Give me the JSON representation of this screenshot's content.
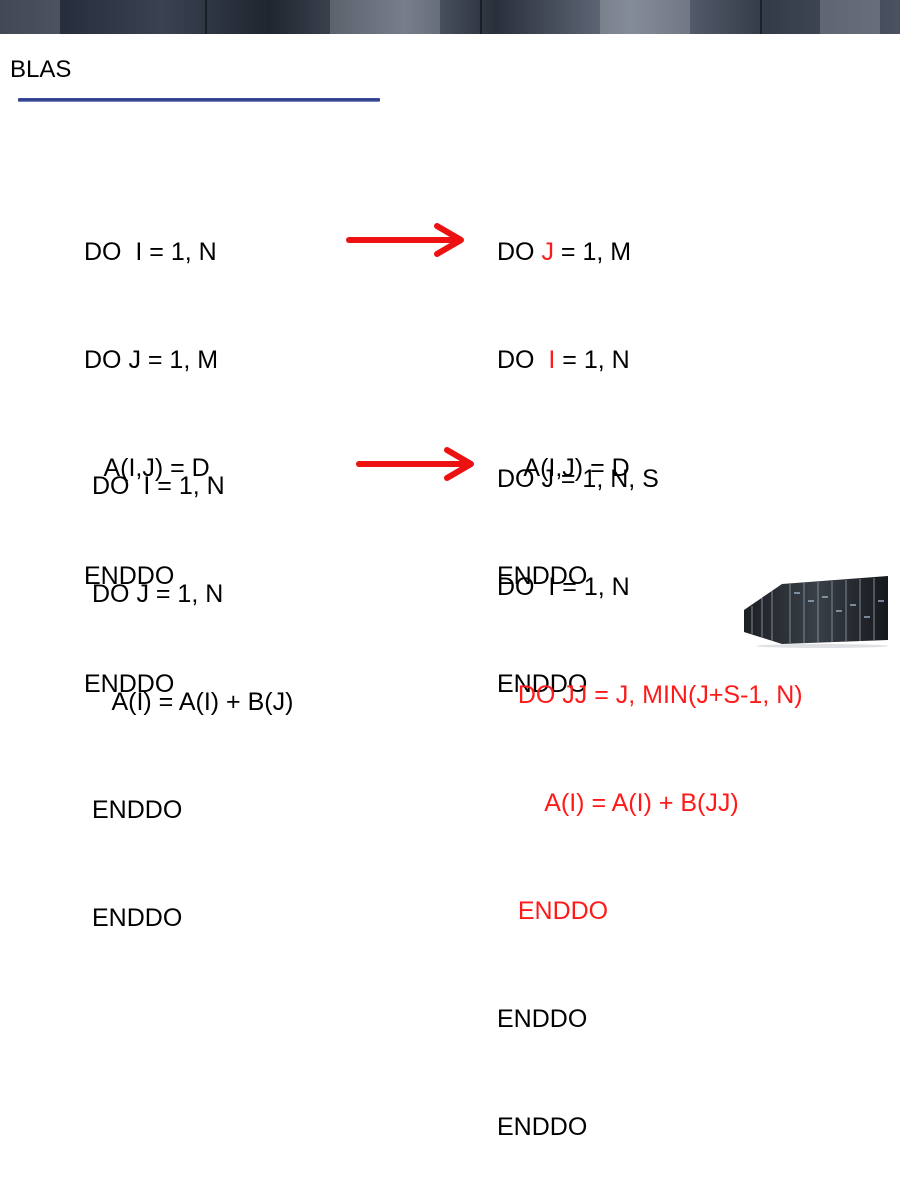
{
  "slide": {
    "title": "BLAS",
    "accent_color": "#ff1a1a",
    "rule_color": "#2a3a86"
  },
  "block1_before": [
    "DO  I = 1, N",
    "DO J = 1, M",
    "   A(I,J) = D",
    "ENDDO",
    "ENDDO"
  ],
  "block1_after": {
    "line1": {
      "a": "DO ",
      "b": "J",
      "c": " = 1, M"
    },
    "line2": {
      "a": "DO  ",
      "b": "I",
      "c": " = 1, N"
    },
    "line3": "    A(I,J) = D",
    "line4": "ENDDO",
    "line5": "ENDDO"
  },
  "block2_before": [
    "DO  I = 1, N",
    "DO J = 1, N",
    "   A(I) = A(I) + B(J)",
    "ENDDO",
    "ENDDO"
  ],
  "block2_after": {
    "line1": "DO J = 1, N, S",
    "line2": "DO  I = 1, N",
    "line3": "   DO JJ = J, MIN(J+S-1, N)",
    "line4": "       A(I) = A(I) + B(JJ)",
    "line5": "   ENDDO",
    "line6": "ENDDO",
    "line7": "ENDDO"
  },
  "icons": {
    "arrow": "right-arrow-icon",
    "servers": "server-racks-icon"
  }
}
